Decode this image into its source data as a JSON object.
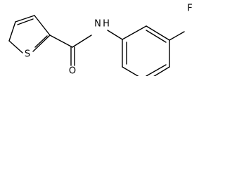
{
  "molecule": {
    "atoms": {
      "sulfur": "S",
      "nitrogen": "N",
      "hydrogen": "H",
      "oxygen": "O",
      "fluorine": "F"
    }
  }
}
